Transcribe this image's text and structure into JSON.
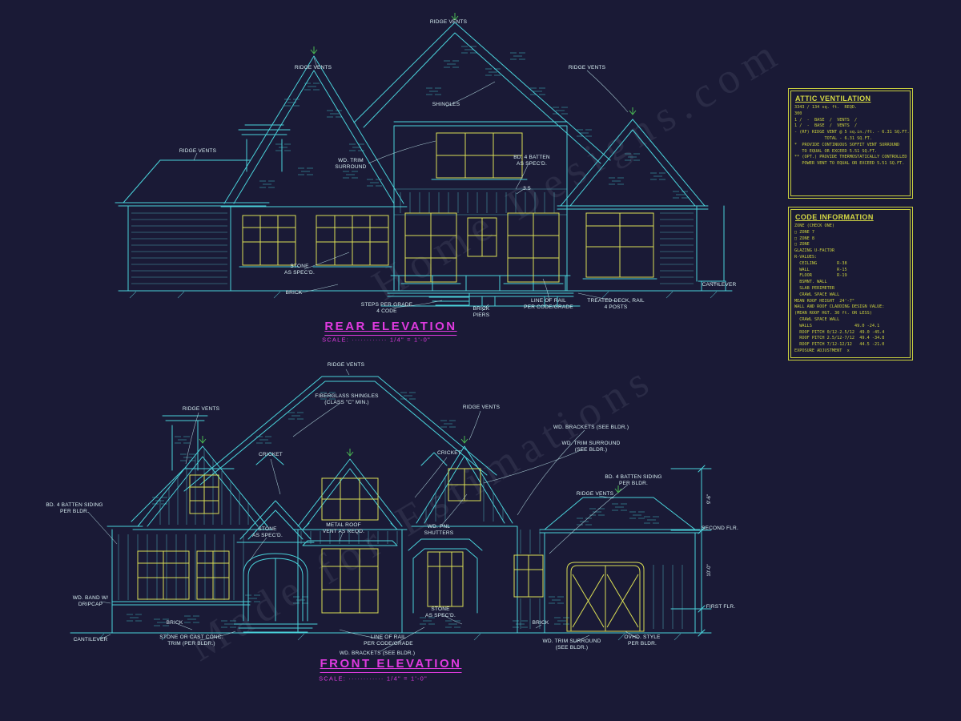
{
  "palette": {
    "background": "#1a1a36",
    "line_cyan": "#4ad2da",
    "window_yellow": "#dbdf55",
    "title_magenta": "#e03ae0",
    "panel_yellow": "#c9cf3e",
    "ridge_mark_green": "#49b952"
  },
  "watermark": {
    "line1": "Home Designs.com",
    "line2": "Made for Estimations"
  },
  "rear": {
    "title": "REAR ELEVATION",
    "scale": "SCALE: ············ 1/4\" = 1'-0\"",
    "labels": {
      "ridge_top": "RIDGE VENTS",
      "ridge_left": "RIDGE VENTS",
      "ridge_right": "RIDGE VENTS",
      "ridge_far_left": "RIDGE VENTS",
      "shingles": "SHINGLES",
      "wd_trim": "WD. TRIM\nSURROUND",
      "bd_batten": "BD. 4 BATTEN\nAS SPEC'D.",
      "dim_note": "3.5",
      "stone": "STONE\nAS SPEC'D.",
      "brick": "BRICK",
      "steps": "STEPS PER GRADE\n4 CODE",
      "brick_piers": "BRICK\nPIERS",
      "line_of_rail": "LINE OF RAIL\nPER CODE/GRADE",
      "treated_deck": "TREATED DECK, RAIL\n4 POSTS",
      "cantilever": "CANTILEVER"
    }
  },
  "front": {
    "title": "FRONT ELEVATION",
    "scale": "SCALE: ············ 1/4\" = 1'-0\"",
    "dims": {
      "upper": "9'-6\"",
      "lower": "10'-0\""
    },
    "labels": {
      "ridge_top": "RIDGE VENTS",
      "fiberglass": "FIBERGLASS SHINGLES\n(CLASS \"C\" MIN.)",
      "ridge_left": "RIDGE VENTS",
      "ridge_mid": "RIDGE VENTS",
      "wd_brackets_upper": "WD. BRACKETS (SEE BLDR.)",
      "wd_trim_upper": "WD. TRIM SURROUND\n(SEE BLDR.)",
      "cricket_left": "CRICKET",
      "cricket_right": "CRICKET",
      "bd_batten_right": "BD. 4 BATTEN SIDING\nPER BLDR.",
      "ridge_garage": "RIDGE VENTS",
      "bd_batten_left": "BD. 4 BATTEN SIDING\nPER BLDR.",
      "second_flr": "SECOND FLR.",
      "stone_entry": "STONE\nAS SPEC'D.",
      "metal_roof_vent": "METAL ROOF\nVENT AS REQD.",
      "wd_pnl_shutters": "WD. PNL\nSHUTTERS",
      "wd_band": "WD. BAND W/\nDRIPCAP",
      "first_flr": "FIRST FLR.",
      "brick_left": "BRICK",
      "stone_bay": "STONE\nAS SPEC'D.",
      "cantilever": "CANTILEVER",
      "stone_cast": "STONE OR CAST CONC.\nTRIM (PER BLDR.)",
      "line_of_rail": "LINE OF RAIL\nPER CODE/GRADE",
      "wd_brackets_lower": "WD. BRACKETS (SEE BLDR.)",
      "brick_right": "BRICK",
      "wd_trim_lower": "WD. TRIM SURROUND\n(SEE BLDR.)",
      "ovhd": "OVHD. STYLE\nPER BLDR."
    }
  },
  "panels": {
    "attic": {
      "title": "ATTIC VENTILATION",
      "lines": [
        "3343 / 134 sq. ft.  REQD.",
        "300",
        "1 /  -  BASE  /  VENTS  /",
        "1 /  -  BASE  /  VENTS  /",
        "- (RF) RIDGE VENT @ 5 sq.in./ft. - 6.31 SQ.FT.",
        "            TOTAL - 6.31 SQ.FT.",
        "*  PROVIDE CONTINUOUS SOFFIT VENT SURROUND",
        "   TO EQUAL OR EXCEED 5.51 SQ.FT.",
        "** (OPT.) PROVIDE THERMOSTATICALLY CONTROLLED",
        "   POWER VENT TO EQUAL OR EXCEED 5.51 SQ.FT."
      ]
    },
    "code": {
      "title": "CODE INFORMATION",
      "lines": [
        "ZONE (CHECK ONE)",
        "□ ZONE 7",
        "□ ZONE 8",
        "□ ZONE",
        "GLAZING U-FACTOR",
        "R-VALUES:",
        "  CEILING        R-38",
        "  WALL           R-15",
        "  FLOOR          R-19",
        "  BSMNT. WALL",
        "  SLAB PERIMETER",
        "  CRAWL SPACE WALL",
        "MEAN ROOF HEIGHT  24'-7\"",
        "WALL AND ROOF CLADDING DESIGN VALUE:",
        "(MEAN ROOF HGT. 30 ft. OR LESS)",
        "  CRAWL SPACE WALL",
        "  WALLS                 49.0 -24.1",
        "  ROOF PITCH 0/12-2.5/12  49.0 -45.4",
        "  ROOF PITCH 2.5/12-7/12  49.4 -34.8",
        "  ROOF PITCH 7/12-12/12   44.5 -21.0",
        "EXPOSURE ADJUSTMENT  x"
      ]
    }
  }
}
